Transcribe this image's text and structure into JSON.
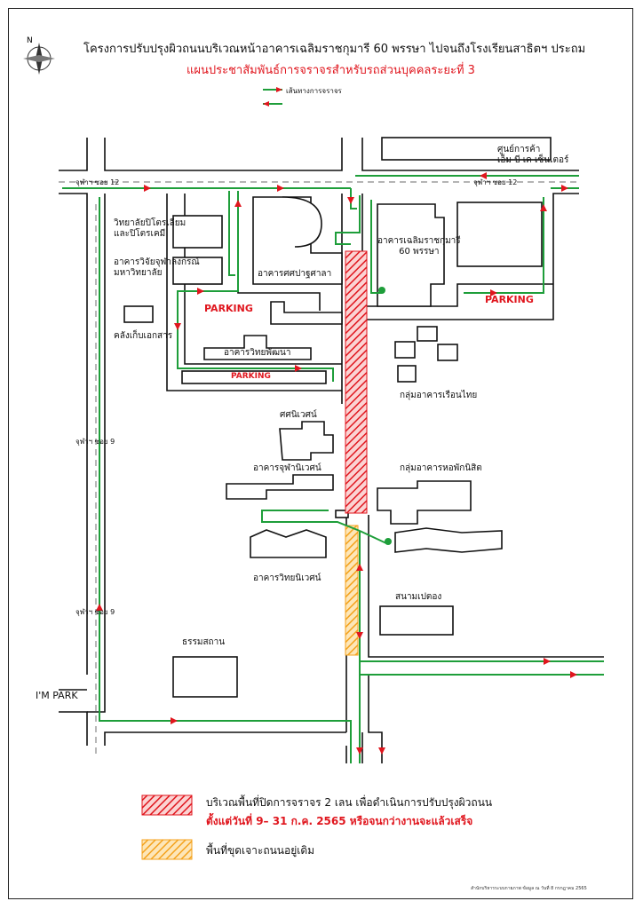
{
  "header": {
    "title": "โครงการปรับปรุงผิวถนนบริเวณหน้าอาคารเฉลิมราชกุมารี 60 พรรษา ไปจนถึงโรงเรียนสาธิตฯ ประถม",
    "subtitle": "แผนประชาสัมพันธ์การจราจรสำหรับรถส่วนบุคคลระยะที่ 3",
    "compass_letter": "N"
  },
  "route_legend": {
    "label": "เส้นทางการจราจร"
  },
  "labels": {
    "shopping_center": "ศูนย์การค้า\nเอ็ม บี เค เซ็นเตอร์",
    "chula_soi12_left": "จุฬาฯ ซอย 12",
    "chula_soi12_right": "จุฬาฯ ซอย 12",
    "science_college": "วิทยาลัยปิโตรเลียม\nและปิโตรเคมี",
    "research_building": "อาคารวิจัยจุฬาลงกรณ์\nมหาวิทยาลัย",
    "arts_building": "อาคารศศปาฐศาลา",
    "chalerm_building": "อาคารเฉลิมราชกุมารี\n60 พรรษา",
    "parking_left": "PARKING",
    "parking_right": "PARKING",
    "parking_bottom": "PARKING",
    "warehouse": "คลังเก็บเอกสาร",
    "vidhayaphatthana": "อาคารวิทยพัฒนา",
    "ruen_thai": "กลุ่มอาคารเรือนไทย",
    "chula_soi9_a": "จุฬาฯ ซอย 9",
    "chula_soi9_b": "จุฬาฯ ซอย 9",
    "sasaniwet": "ศศนิเวศน์",
    "chulaniwet": "อาคารจุฬานิเวศน์",
    "dorm_group": "กลุ่มอาคารหอพักนิสิต",
    "withayaniwet": "อาคารวิทยนิเวศน์",
    "petanque": "สนามเปตอง",
    "thammasathan": "ธรรมสถาน",
    "im_park": "I'M PARK"
  },
  "legend": {
    "closed_line1": "บริเวณพื้นที่ปิดการจราจร 2 เลน เพื่อดำเนินการปรับปรุงผิวถนน",
    "closed_line2": "ตั้งแต่วันที่ 9– 31 ก.ค. 2565 หรือจนกว่างานจะแล้วเสร็จ",
    "existing_dig": "พื้นที่ขุดเจาะถนนอยู่เดิม",
    "closed_color": "#e0161e",
    "dig_color": "#f4a21c"
  },
  "footer": "สำนักบริหารระบบกายภาพ ข้อมูล ณ วันที่ 8 กรกฎาคม 2565",
  "colors": {
    "route": "#1e9e3a",
    "arrow_red": "#e0161e"
  }
}
